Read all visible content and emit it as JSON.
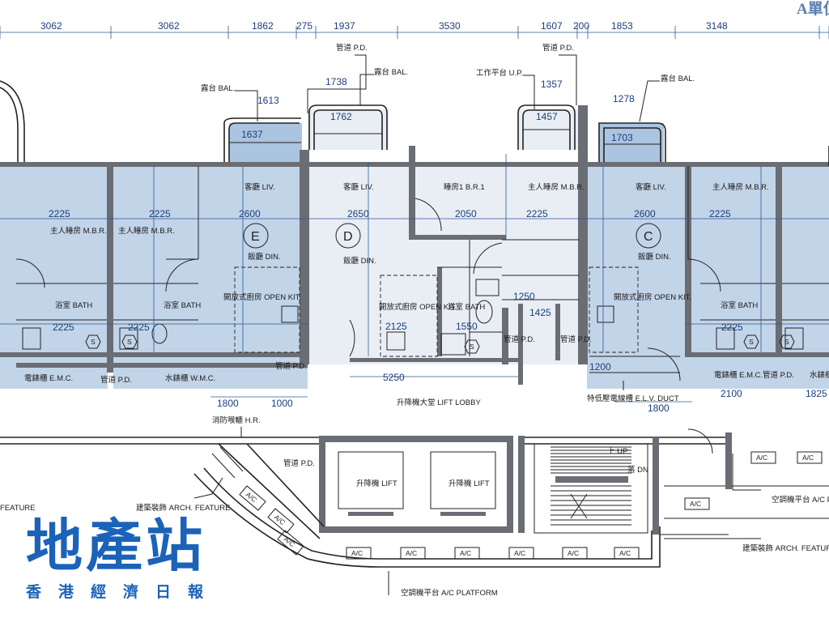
{
  "corner_label": "A單位",
  "unit_markers": [
    "E",
    "D",
    "C"
  ],
  "top_dimensions": [
    "3062",
    "3062",
    "1862",
    "275",
    "1937",
    "3530",
    "1607",
    "200",
    "1853",
    "3148"
  ],
  "room_labels": {
    "balcony": "露台 BAL.",
    "pipe_duct": "管道 P.D.",
    "utility_platform": "工作平台 U.P.",
    "living": "客廳 LIV.",
    "dining": "飯廳 DIN.",
    "open_kitchen": "開放式廚房 OPEN KIT.",
    "master_bedroom": "主人睡房 M.B.R.",
    "bedroom1": "睡房1 B.R.1",
    "bathroom": "浴室 BATH",
    "emc": "電錶櫃 E.M.C.",
    "wmc": "水錶櫃 W.M.C.",
    "fire_hose_reel": "消防喉轆 H.R.",
    "lift_lobby": "升降機大堂 LIFT LOBBY",
    "lift": "升降機 LIFT",
    "elv_duct": "特低壓電線槽 E.L.V. DUCT",
    "up": "上 UP",
    "down": "落 DN",
    "ac_platform": "空調機平台 A/C PLATFORM",
    "arch_feature": "建築裝飾 ARCH. FEATURE",
    "ac": "A/C",
    "shower": "S"
  },
  "logo": {
    "title": "地產站",
    "subtitle": "香港經濟日報"
  },
  "colors": {
    "unit_fill": "#8fb0d6",
    "dimension_text": "#1c3f7a",
    "logo": "#1b63b8",
    "wall": "#6a6d73"
  }
}
